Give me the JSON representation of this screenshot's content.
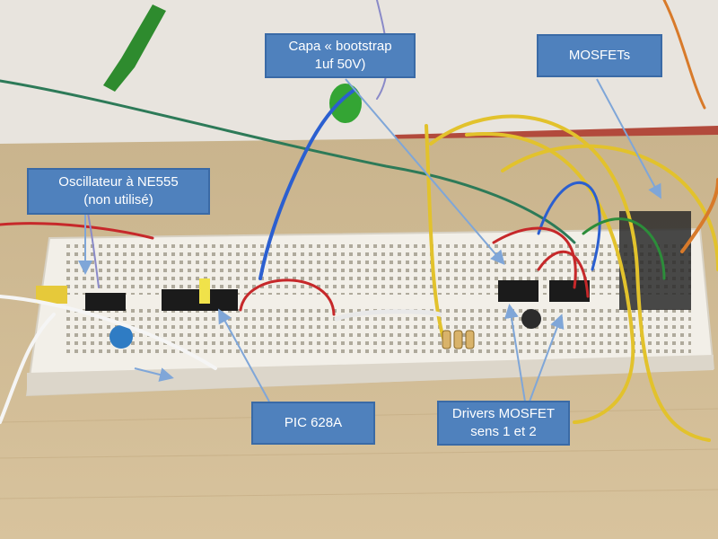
{
  "photo": {
    "subject": "breadboard-circuit-photo"
  },
  "callouts": {
    "bootstrap": "Capa « bootstrap\n1uf 50V)",
    "mosfets": "MOSFETs",
    "oscillator": "Oscillateur à NE555\n(non utilisé)",
    "pic": "PIC 628A",
    "drivers": "Drivers MOSFET\nsens  1 et 2"
  },
  "colors": {
    "callout_fill": "#4f81bd",
    "callout_border": "#3a6aa6",
    "callout_text": "#ffffff",
    "arrow": "#7fa6d8"
  }
}
